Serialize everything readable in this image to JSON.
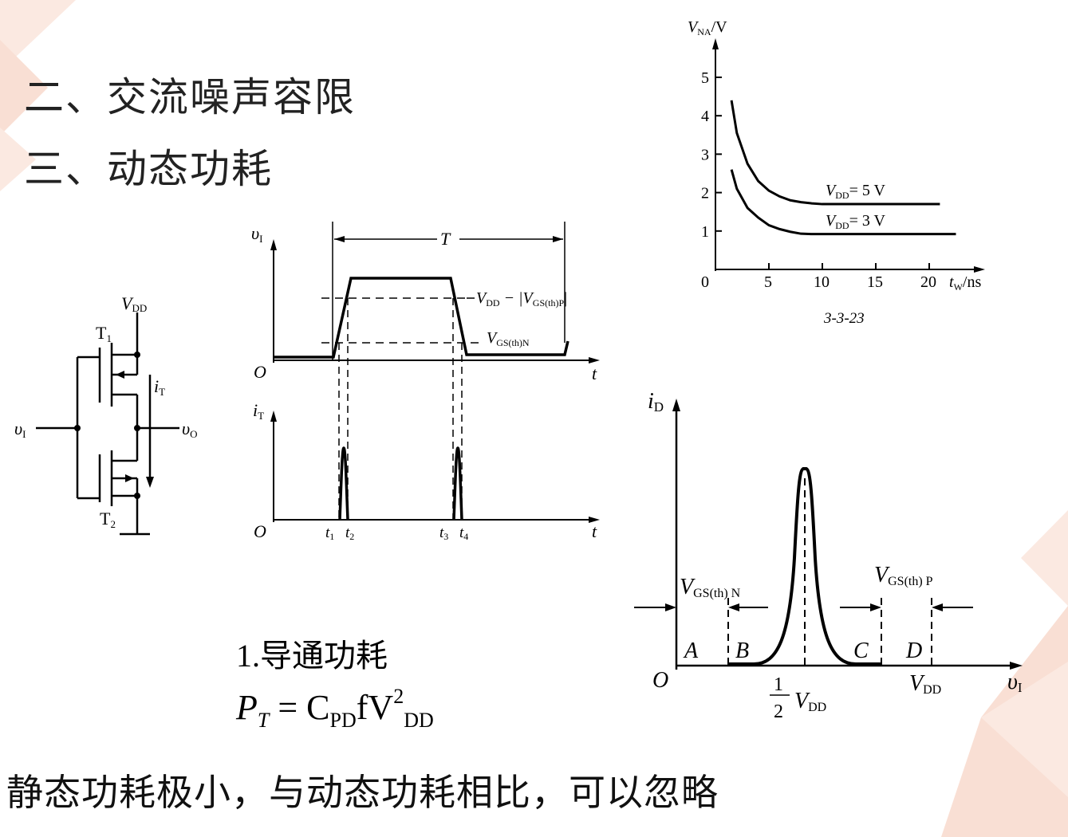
{
  "headings": {
    "ac_noise_margin": "二、交流噪声容限",
    "dynamic_power": "三、动态功耗"
  },
  "inverter_circuit": {
    "supply": "V",
    "supply_sub": "DD",
    "t1": "T",
    "t1_sub": "1",
    "t2": "T",
    "t2_sub": "2",
    "current": "i",
    "current_sub": "T",
    "input": "υ",
    "input_sub": "I",
    "output": "υ",
    "output_sub": "O"
  },
  "waveform": {
    "vi_axis": "υ",
    "vi_axis_sub": "I",
    "it_axis": "i",
    "it_axis_sub": "T",
    "origin_top": "O",
    "origin_bottom": "O",
    "t_label_top": "t",
    "t_label_bottom": "t",
    "period": "T",
    "level_high_a": "V",
    "level_high_a_sub": "DD",
    "level_high_b": " − |V",
    "level_high_b_sub": "GS(th)P",
    "level_high_c": "|",
    "level_low": "V",
    "level_low_sub": "GS(th)N",
    "t1": "t",
    "t1_sub": "1",
    "t2": "t",
    "t2_sub": "2",
    "t3": "t",
    "t3_sub": "3",
    "t4": "t",
    "t4_sub": "4"
  },
  "vna_chart": {
    "y_label": "V",
    "y_label_sub": "NA",
    "y_label_unit": "/V",
    "x_label": "t",
    "x_label_sub": "W",
    "x_label_unit": "/ns",
    "y_ticks": [
      "1",
      "2",
      "3",
      "4",
      "5"
    ],
    "x_ticks": [
      "5",
      "10",
      "15",
      "20"
    ],
    "origin": "0",
    "curve_5v": "V",
    "curve_5v_sub": "DD",
    "curve_5v_val": "= 5 V",
    "curve_3v": "V",
    "curve_3v_sub": "DD",
    "curve_3v_val": "= 3 V",
    "caption": "3-3-23"
  },
  "chart_data": {
    "type": "line",
    "title": "",
    "xlabel": "tW/ns",
    "ylabel": "VNA/V",
    "xlim": [
      0,
      25
    ],
    "ylim": [
      0,
      6
    ],
    "series": [
      {
        "name": "VDD = 5 V",
        "x": [
          1.5,
          2,
          3,
          4,
          5,
          6,
          7,
          8,
          9,
          10,
          15,
          21
        ],
        "y": [
          4.4,
          3.55,
          2.75,
          2.3,
          2.05,
          1.9,
          1.8,
          1.75,
          1.72,
          1.7,
          1.7,
          1.7
        ]
      },
      {
        "name": "VDD = 3 V",
        "x": [
          1.5,
          2,
          3,
          4,
          5,
          6,
          7,
          8,
          9,
          10,
          15,
          22.5
        ],
        "y": [
          2.6,
          2.1,
          1.6,
          1.35,
          1.15,
          1.05,
          0.98,
          0.93,
          0.92,
          0.92,
          0.92,
          0.92
        ]
      }
    ]
  },
  "id_chart": {
    "y_axis": "i",
    "y_axis_sub": "D",
    "x_axis": "υ",
    "x_axis_sub": "I",
    "origin": "O",
    "vgsn": "V",
    "vgsn_sub": "GS(th) N",
    "vgsp": "V",
    "vgsp_sub": "GS(th) P",
    "region_a": "A",
    "region_b": "B",
    "region_c": "C",
    "region_d": "D",
    "half_num": "1",
    "half_den": "2",
    "half_v": "V",
    "half_v_sub": "DD",
    "vdd": "V",
    "vdd_sub": "DD"
  },
  "subsection": "1.导通功耗",
  "formula": {
    "lhs": "P",
    "lhs_sub": "T",
    "eq": " = C",
    "c_sub": "PD",
    "fv": "fV",
    "sup": "2",
    "tail": "DD"
  },
  "bottom_note": "静态功耗极小，与动态功耗相比，可以忽略",
  "colors": {
    "decoration": "#f7d9cd",
    "decoration_light": "#fbe9e1"
  }
}
